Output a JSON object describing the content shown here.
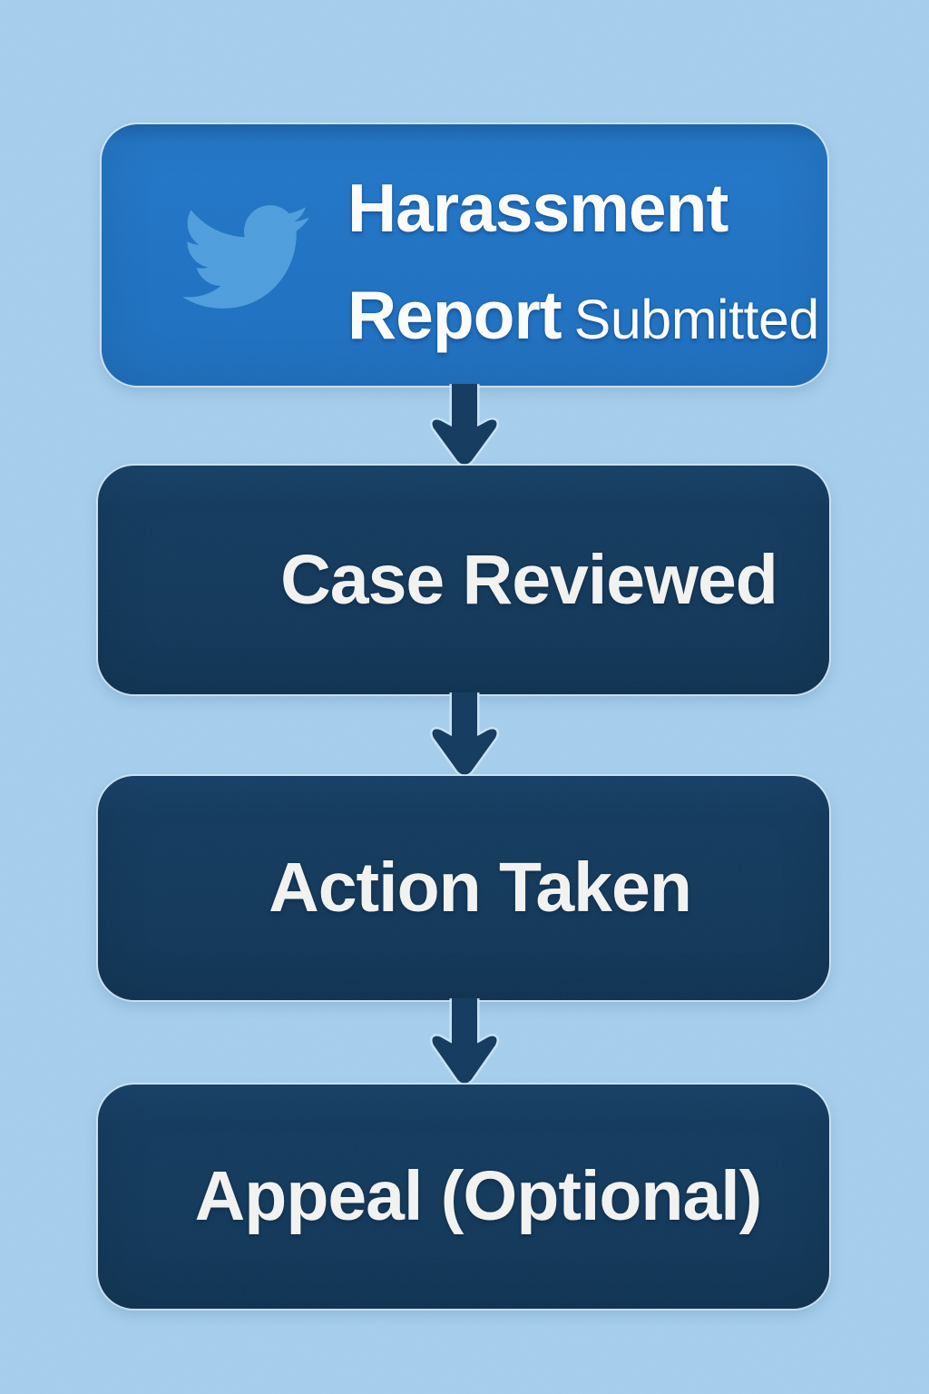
{
  "diagram": {
    "type": "flowchart",
    "direction": "top-down",
    "steps": [
      {
        "id": "harassment-report-submitted",
        "line1_bold": "Harassment",
        "line2_bold": "Report",
        "line2_regular": "Submitted",
        "full_label": "Harassment Report Submitted",
        "icon": "twitter-bird-icon",
        "fill": "#1E72C3",
        "text_color": "#FFFFFF"
      },
      {
        "id": "case-reviewed",
        "label": "Case Reviewed",
        "fill": "#123A5E",
        "text_color": "#F3F4F2"
      },
      {
        "id": "action-taken",
        "label": "Action Taken",
        "fill": "#123A5E",
        "text_color": "#F3F4F2"
      },
      {
        "id": "appeal-optional",
        "label": "Appeal (Optional)",
        "fill": "#123A5E",
        "text_color": "#F3F4F2"
      }
    ],
    "connectors": [
      {
        "from": "harassment-report-submitted",
        "to": "case-reviewed",
        "type": "down-arrow"
      },
      {
        "from": "case-reviewed",
        "to": "action-taken",
        "type": "down-arrow"
      },
      {
        "from": "action-taken",
        "to": "appeal-optional",
        "type": "down-arrow"
      }
    ]
  },
  "colors": {
    "background": "#A6CFEE",
    "primary_blue": "#1E72C3",
    "navy": "#123A5E",
    "bird_blue": "#4F9EDE",
    "halo": "#E2F2FD",
    "text": "#F3F4F2"
  }
}
